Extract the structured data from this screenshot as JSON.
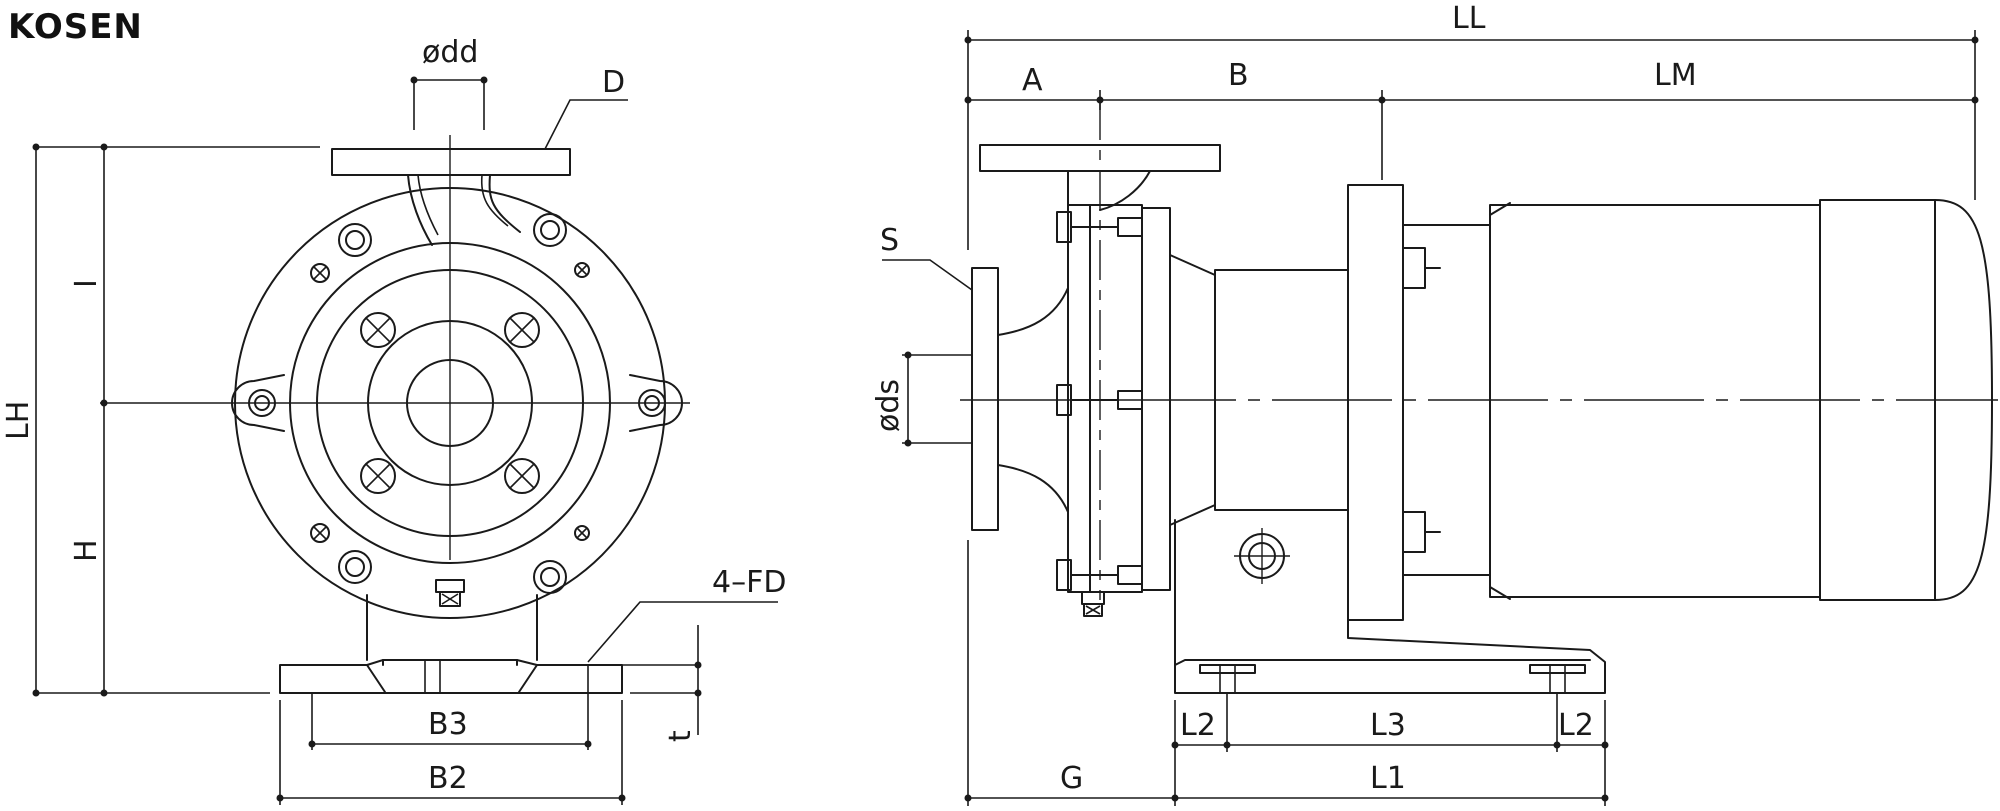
{
  "brand": "KOSEN",
  "front_view": {
    "labels": {
      "odd": "ødd",
      "D": "D",
      "LH": "LH",
      "I": "I",
      "H": "H",
      "FD": "4–FD",
      "B3": "B3",
      "B2": "B2",
      "t": "t"
    }
  },
  "side_view": {
    "labels": {
      "LL": "LL",
      "A": "A",
      "B": "B",
      "LM": "LM",
      "S": "S",
      "ods": "øds",
      "G": "G",
      "L2_left": "L2",
      "L3": "L3",
      "L2_right": "L2",
      "L1": "L1"
    }
  }
}
